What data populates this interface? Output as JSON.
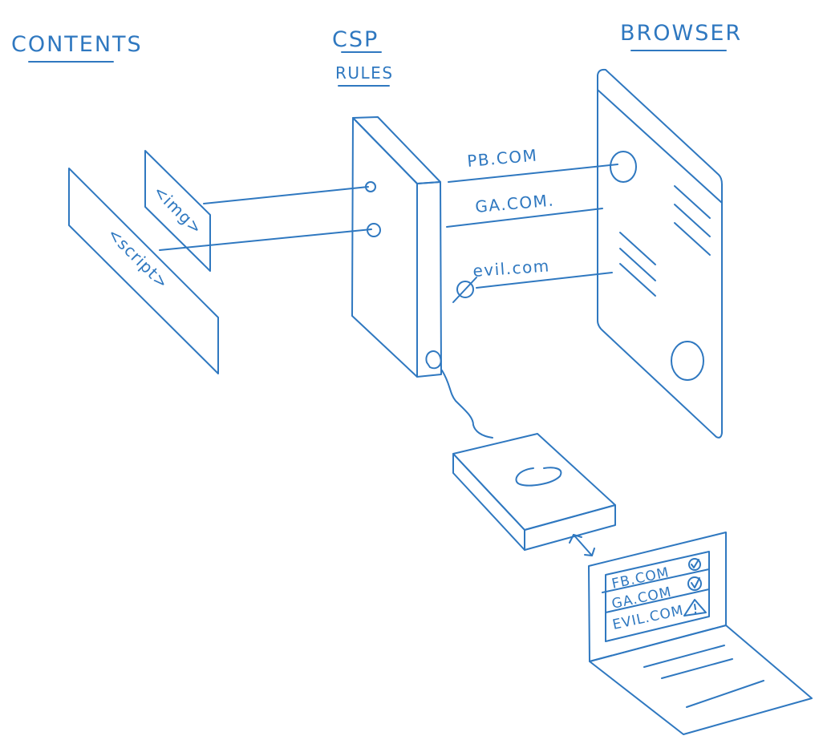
{
  "headings": {
    "contents": "CONTENTS",
    "csp_line1": "CSP",
    "csp_line2": "RULES",
    "browser": "BROWSER"
  },
  "content_items": [
    {
      "label": "<img>"
    },
    {
      "label": "<script>"
    }
  ],
  "connections": [
    {
      "label": "PB.COM",
      "status": "allowed"
    },
    {
      "label": "GA.COM.",
      "status": "allowed"
    },
    {
      "label": "evil.com",
      "status": "blocked",
      "marker": "blocked-icon"
    }
  ],
  "laptop_report": {
    "rows": [
      {
        "domain": "FB.COM",
        "status_icon": "check-circle-icon"
      },
      {
        "domain": "GA.COM",
        "status_icon": "check-circle-icon"
      },
      {
        "domain": "EVIL.COM",
        "status_icon": "warning-triangle-icon"
      }
    ]
  },
  "colors": {
    "ink": "#2f78c0",
    "background": "#ffffff"
  }
}
